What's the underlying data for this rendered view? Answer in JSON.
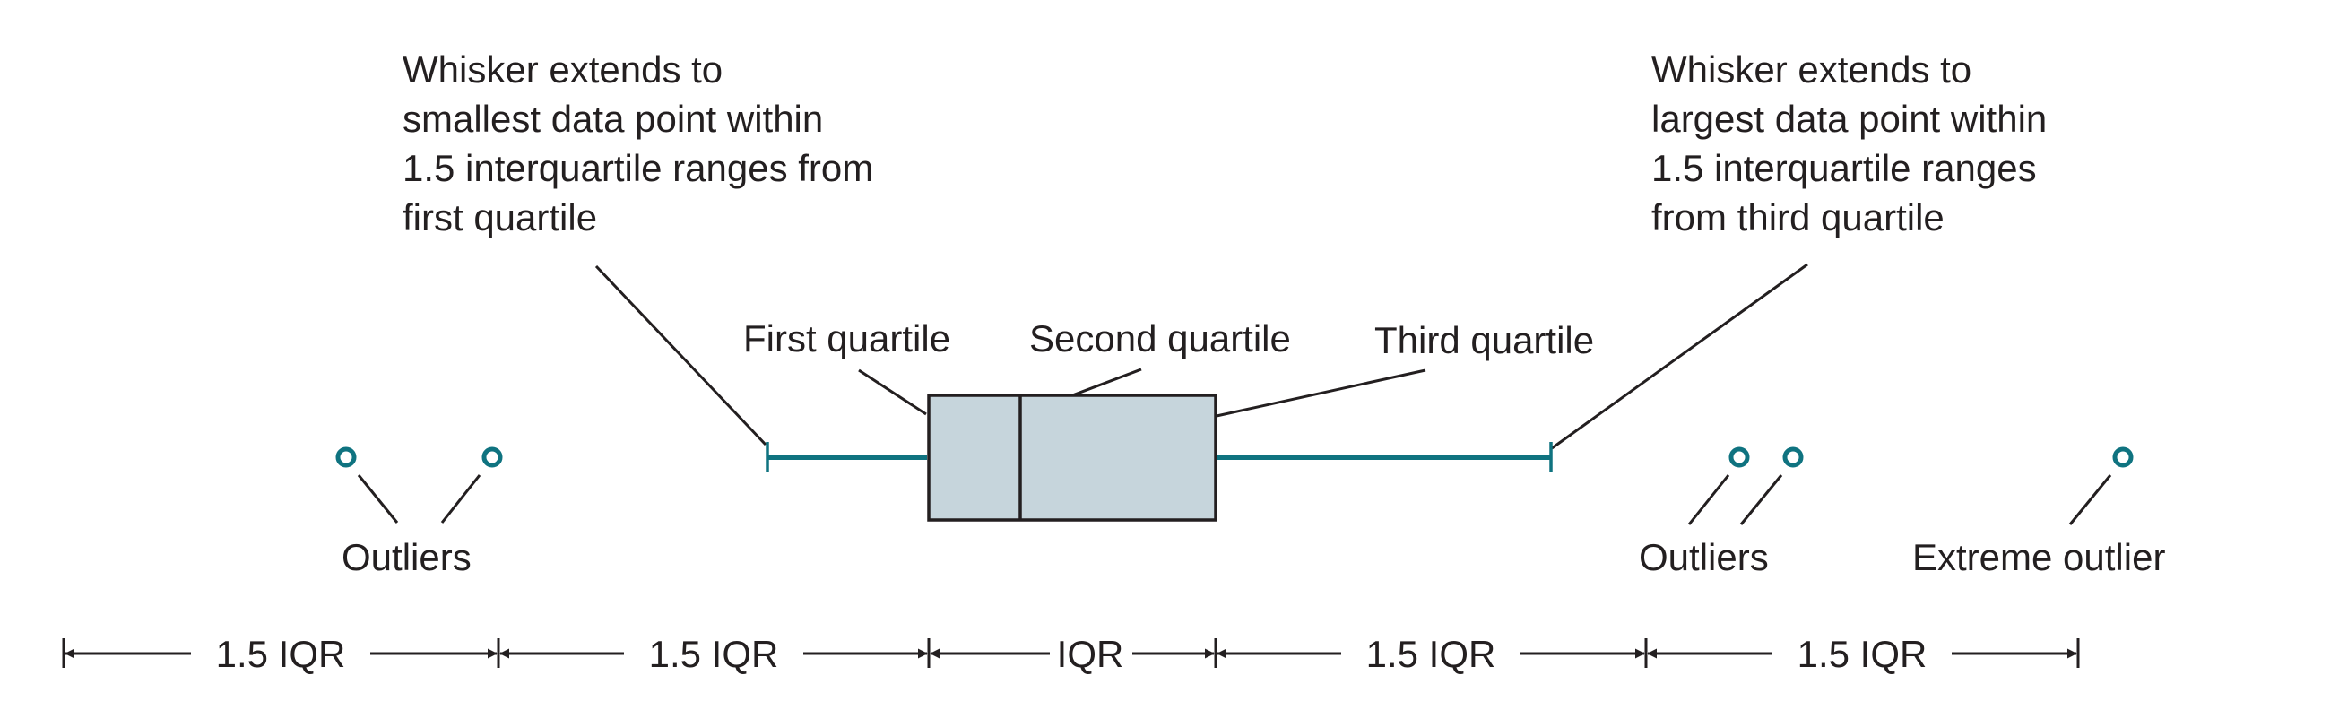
{
  "annotations": {
    "left_whisker": [
      "Whisker extends to",
      "smallest data point within",
      "1.5 interquartile ranges from",
      "first quartile"
    ],
    "right_whisker": [
      "Whisker extends to",
      "largest data point within",
      "1.5 interquartile ranges",
      "from third quartile"
    ],
    "first_quartile": "First quartile",
    "second_quartile": "Second quartile",
    "third_quartile": "Third quartile",
    "outliers_left": "Outliers",
    "outliers_right": "Outliers",
    "extreme_outlier": "Extreme outlier"
  },
  "dimensions": {
    "seg1": "1.5 IQR",
    "seg2": "1.5 IQR",
    "seg3": "IQR",
    "seg4": "1.5 IQR",
    "seg5": "1.5 IQR"
  },
  "colors": {
    "whisker": "#0f7380",
    "box_fill": "#c6d5dc",
    "ink": "#231f20"
  }
}
